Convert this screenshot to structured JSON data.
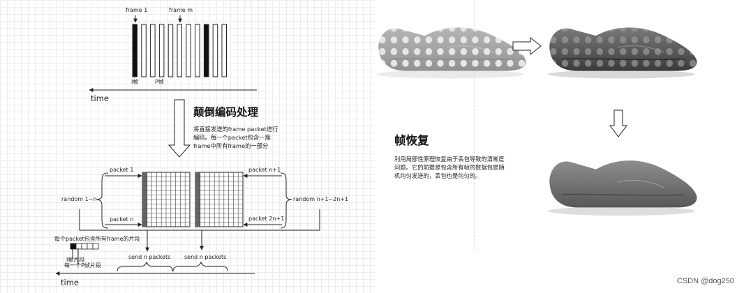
{
  "left": {
    "frame_1": "frame 1",
    "frame_m": "frame m",
    "i_frame": "I帧",
    "p_frame": "P帧",
    "time_top": "time",
    "title": "颠倒编码处理",
    "desc_lines": [
      "将直接发送的frame packet进行",
      "编码。每一个packet包含一簇",
      "frame中所有frame的一部分"
    ],
    "packet_1": "packet 1",
    "packet_n": "packet n",
    "packet_n1": "packet n+1",
    "packet_2n1": "packet 2n+1",
    "random_left": "random 1~n",
    "random_right": "random n+1~2n+1",
    "fragment_note": "每个packet包含所有frame的片段",
    "i_fragment": "I帧片段",
    "p_fragment": "每一个P帧片段",
    "send_1": "send n packets",
    "send_2": "send n packets",
    "time_bottom": "time"
  },
  "right": {
    "title": "帧恢复",
    "desc": "利用局部性原理恢复由于丢包导致的清晰度问题。它的前提是包含所有帧的数据包是随机均匀发送的，丢包也是均匀的。"
  },
  "watermark": "CSDN @dog250",
  "colors": {
    "ink": "#222222",
    "grid": "#ececec",
    "shoe_body": "#5a5a5a",
    "dot": "#dcdcdc"
  }
}
